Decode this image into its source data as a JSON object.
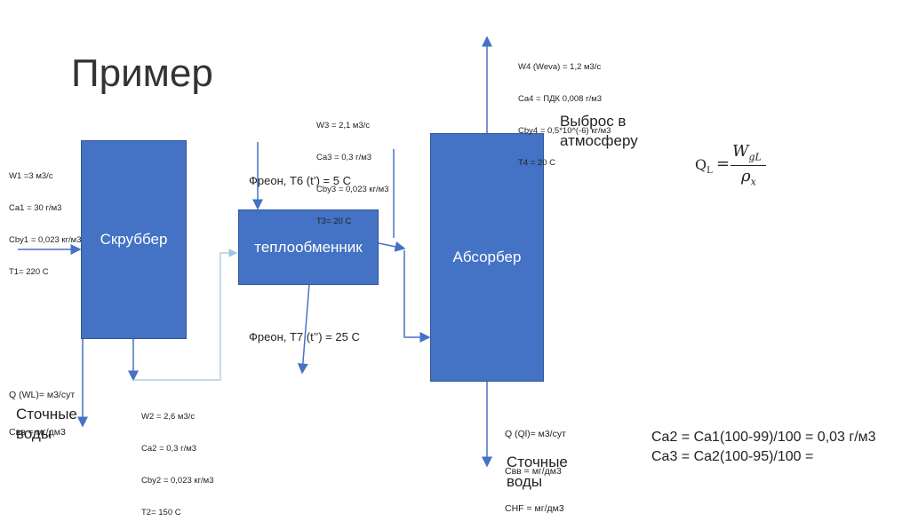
{
  "title": "Пример",
  "boxes": {
    "scrubber": "Скруббер",
    "exchanger": "теплообменник",
    "absorber": "Абсорбер"
  },
  "stream1": [
    "W1 =3 м3/с",
    "Ca1 = 30 г/м3",
    "Cby1 = 0,023 кг/м3",
    "T1= 220 C"
  ],
  "stream2": [
    "W2 = 2,6 м3/с",
    "Ca2 = 0,3 г/м3",
    "Cby2 = 0,023 кг/м3",
    "T2= 150 C"
  ],
  "stream3": [
    "W3 = 2,1 м3/с",
    "Ca3 = 0,3 г/м3",
    "Cby3 = 0,023 кг/м3",
    "T3= 20 C"
  ],
  "stream4": [
    "W4 (Weva) = 1,2 м3/с",
    "Ca4 = ПДК 0,008 г/м3",
    "Cby4 = 0,5*10^(-6) кг/м3",
    "T4 = 20 C"
  ],
  "freon_in": "Фреон, Т6 (t’) = 5 C",
  "freon_out": "Фреон, Т7 (t’’) = 25 C",
  "wl_left": [
    "Q (WL)= м3/сут",
    "Свв = мг/дм3"
  ],
  "wl_right": [
    "Q (Ql)= м3/сут",
    "Свв = мг/дм3",
    "CHF = мг/дм3"
  ],
  "wastewater_left": [
    "Сточные",
    "воды"
  ],
  "wastewater_right": [
    "Сточные",
    "воды"
  ],
  "emission": [
    "Выброс в",
    "атмосферу"
  ],
  "formula": {
    "lhs": "Q",
    "lhs_sub": "L",
    "eq": "=",
    "num": "W",
    "num_sub": "gL",
    "den": "ρ",
    "den_sub": "x"
  },
  "calc": [
    "Ca2 = Ca1(100-99)/100 = 0,03 г/м3",
    "Ca3 = Ca2(100-95)/100 ="
  ]
}
